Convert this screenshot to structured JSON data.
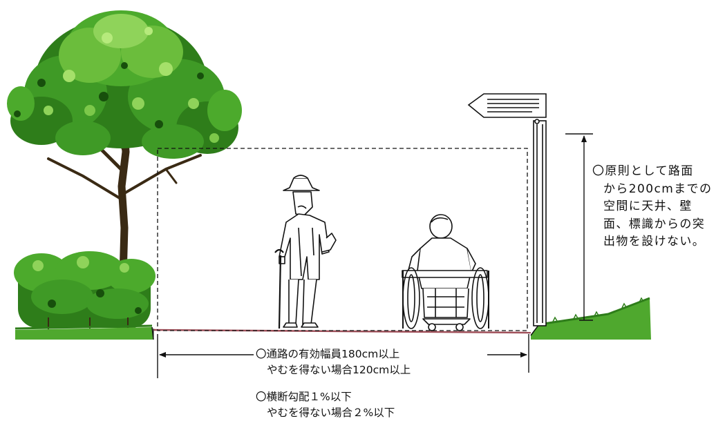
{
  "clearance_note": {
    "lines": [
      "〇原則として路面",
      "から200cmまでの",
      "空間に天井、壁",
      "面、標識からの突",
      "出物を設けない。"
    ]
  },
  "width_note": {
    "line1": "〇通路の有効幅員180cm以上",
    "line2": "やむを得ない場合120cm以上"
  },
  "slope_note": {
    "line1": "〇横断勾配１%以下",
    "line2": "やむを得ない場合２%以下"
  },
  "colors": {
    "foliage_dark": "#1f6b12",
    "foliage_mid": "#3f9a26",
    "foliage_light": "#7cc84a",
    "grass": "#4fa82e",
    "trunk": "#3a2a14",
    "line": "#111111",
    "road_edge": "#a0505a"
  }
}
